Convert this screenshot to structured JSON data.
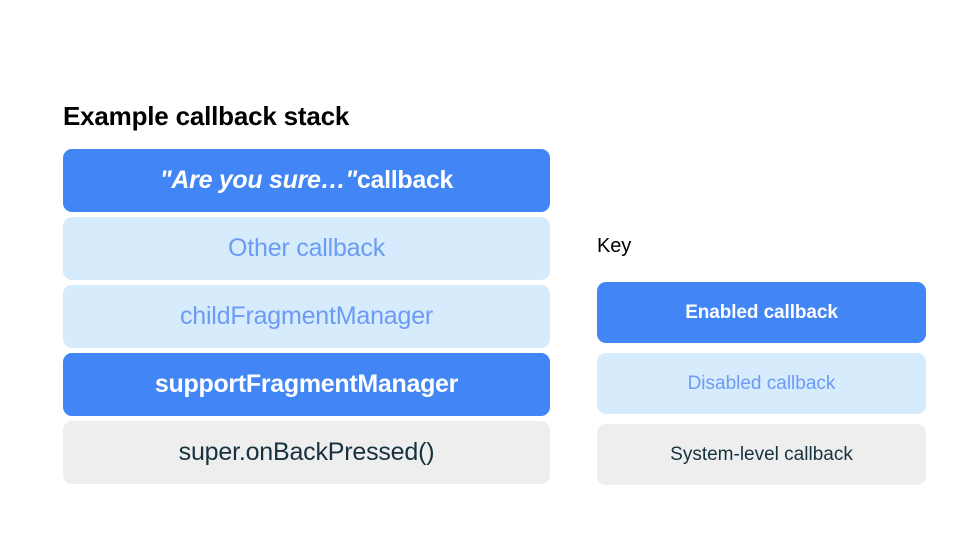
{
  "colors": {
    "background": "#FFFFFF",
    "enabled_fill": "#4285F4",
    "enabled_text": "#FFFFFF",
    "disabled_fill": "#D6EBFC",
    "disabled_text": "#6C9BF5",
    "system_fill": "#EEEEEE",
    "system_text": "#16323F",
    "title_text": "#000000"
  },
  "stack": {
    "title": "Example callback stack",
    "items": [
      {
        "label": "\"Are you sure…\" callback",
        "quoted_part": "\"Are you sure…\"",
        "plain_part": " callback",
        "type": "enabled"
      },
      {
        "label": "Other callback",
        "type": "disabled"
      },
      {
        "label": "childFragmentManager",
        "type": "disabled"
      },
      {
        "label": "supportFragmentManager",
        "type": "enabled"
      },
      {
        "label": "super.onBackPressed()",
        "type": "system"
      }
    ]
  },
  "key": {
    "title": "Key",
    "items": [
      {
        "label": "Enabled callback",
        "type": "enabled"
      },
      {
        "label": "Disabled callback",
        "type": "disabled"
      },
      {
        "label": "System-level callback",
        "type": "system"
      }
    ]
  }
}
